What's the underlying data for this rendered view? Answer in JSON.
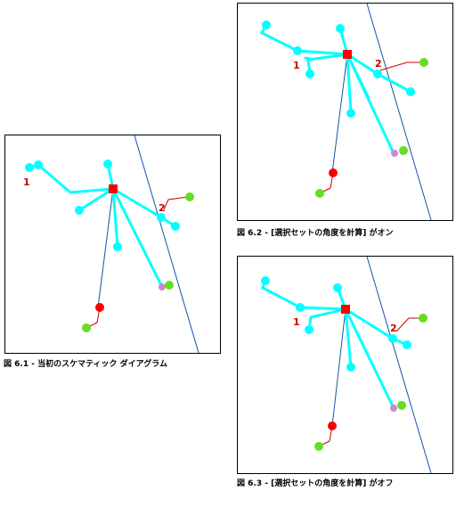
{
  "figures": [
    {
      "caption": "図 6.1 - 当初のスケマティック ダイアグラム",
      "label_1": "1",
      "label_2": "2"
    },
    {
      "caption": "図 6.2 - [選択セットの角度を計算] がオン",
      "label_1": "1",
      "label_2": "2"
    },
    {
      "caption": "図 6.3 - [選択セットの角度を計算] がオフ",
      "label_1": "1",
      "label_2": "2"
    }
  ],
  "colors": {
    "link": "#00ffff",
    "node": "#00ffff",
    "center_node": "#ff0000",
    "red_node": "#ff0000",
    "green_node": "#66dd22",
    "pink_node": "#cc88cc",
    "blue_line": "#1155aa",
    "callout": "#cc0000"
  }
}
